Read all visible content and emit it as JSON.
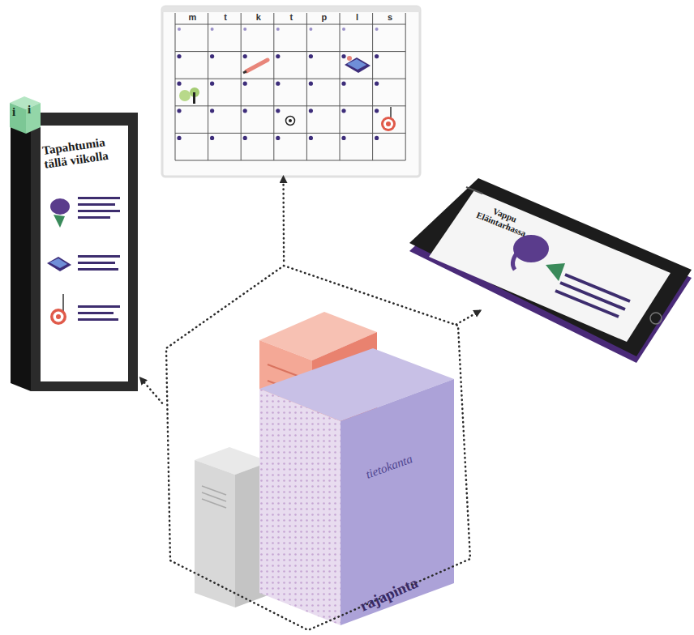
{
  "diagram": {
    "nodes": [
      {
        "text": [
          "m",
          "t",
          "k",
          "t",
          "p",
          "l",
          "s"
        ]
      },
      {
        "text": [
          "Tapahtumia tällä viikolla"
        ]
      },
      {
        "text": [
          "Vappu Eläintarhassa"
        ]
      },
      {
        "text": [
          "rajapinta"
        ]
      },
      {
        "text": [
          "tietokanta"
        ],
        "in": 3
      }
    ],
    "edges": [
      {
        "from": 3,
        "to": 0,
        "arrow": "to"
      },
      {
        "from": 3,
        "to": 1,
        "arrow": "to"
      },
      {
        "from": 3,
        "to": 2,
        "arrow": "to"
      }
    ],
    "labels": [
      "i",
      "i"
    ]
  }
}
